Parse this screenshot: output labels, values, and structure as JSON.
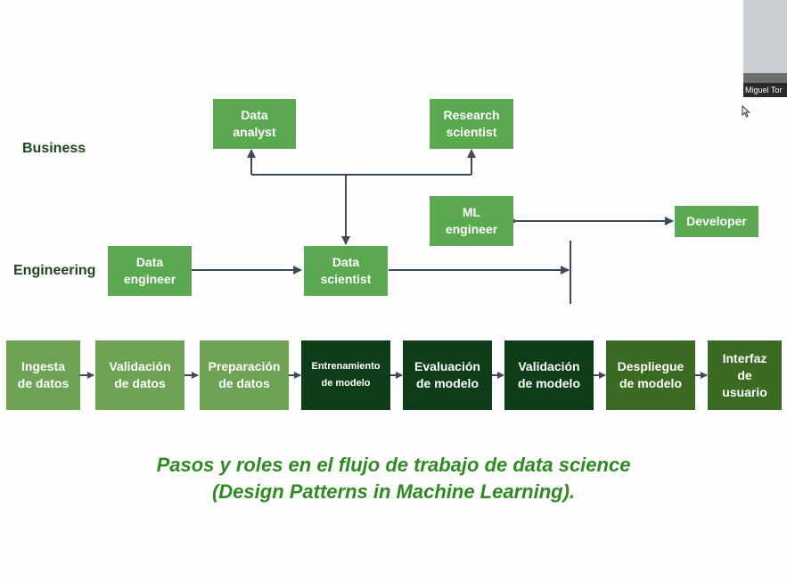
{
  "video_tile": {
    "participant_name": "Miguel Tor"
  },
  "row_labels": {
    "business": "Business",
    "engineering": "Engineering"
  },
  "roles": {
    "data_analyst": "Data\nanalyst",
    "research_scientist": "Research\nscientist",
    "ml_engineer": "ML\nengineer",
    "developer": "Developer",
    "data_engineer": "Data\nengineer",
    "data_scientist": "Data\nscientist"
  },
  "pipeline_steps": [
    {
      "label": "Ingesta\nde datos",
      "shade": "light"
    },
    {
      "label": "Validación\nde datos",
      "shade": "light"
    },
    {
      "label": "Preparación\nde datos",
      "shade": "light"
    },
    {
      "label": "Entrenamiento\nde modelo",
      "shade": "dark"
    },
    {
      "label": "Evaluación\nde modelo",
      "shade": "dark"
    },
    {
      "label": "Validación\nde modelo",
      "shade": "dark"
    },
    {
      "label": "Despliegue\nde modelo",
      "shade": "mid"
    },
    {
      "label": "Interfaz\nde\nusuario",
      "shade": "mid"
    }
  ],
  "caption": {
    "line1": "Pasos y roles en el flujo de trabajo de data science",
    "line2": "(Design Patterns in Machine Learning)."
  },
  "colors": {
    "role_box": "#5aa950",
    "light_step": "#6ea355",
    "dark_step": "#0f3d1a",
    "mid_step": "#3b6a22",
    "caption": "#2e8b22",
    "arrow": "#3e4a5a"
  }
}
